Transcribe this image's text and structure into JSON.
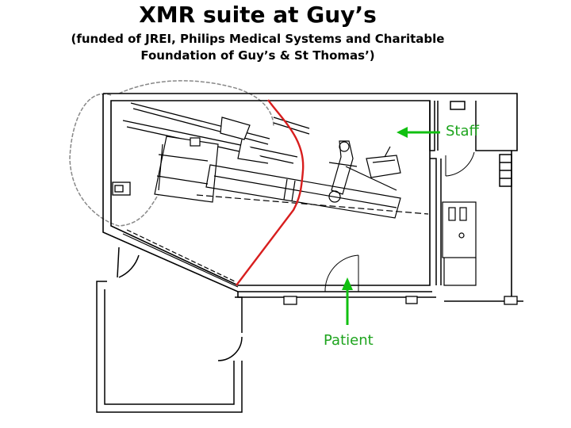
{
  "title": "XMR suite at Guy’s",
  "subtitle_line1": "(funded of JREI, Philips Medical Systems and Charitable",
  "subtitle_line2": "Foundation of Guy’s & St Thomas’)",
  "labels": {
    "staff": "Staff",
    "patient": "Patient"
  },
  "colors": {
    "arrow": "#10c010",
    "label_text": "#1ea41e",
    "boundary": "#d81e1e",
    "walls": "#000000"
  }
}
